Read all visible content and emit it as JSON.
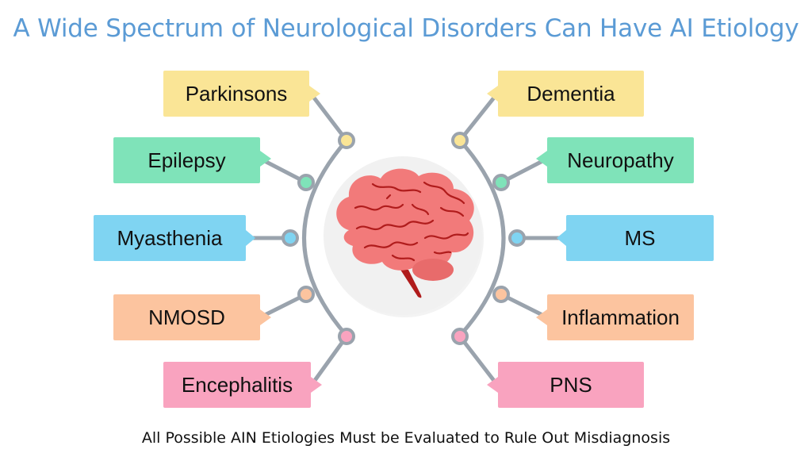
{
  "title": "A Wide Spectrum of Neurological Disorders Can Have AI Etiology",
  "footer": "All Possible AIN Etiologies Must be Evaluated to Rule Out Misdiagnosis",
  "center_icon": "brain-icon",
  "colors": {
    "connector": "#9aa3ad",
    "circle": "#f1f1f1",
    "yellow": "#fae596",
    "green": "#7fe3b9",
    "blue": "#7fd4f2",
    "orange": "#fcc49f",
    "pink": "#f9a3bf"
  },
  "left": [
    "Parkinsons",
    "Epilepsy",
    "Myasthenia",
    "NMOSD",
    "Encephalitis"
  ],
  "right": [
    "Dementia",
    "Neuropathy",
    "MS",
    "Inflammation",
    "PNS"
  ]
}
